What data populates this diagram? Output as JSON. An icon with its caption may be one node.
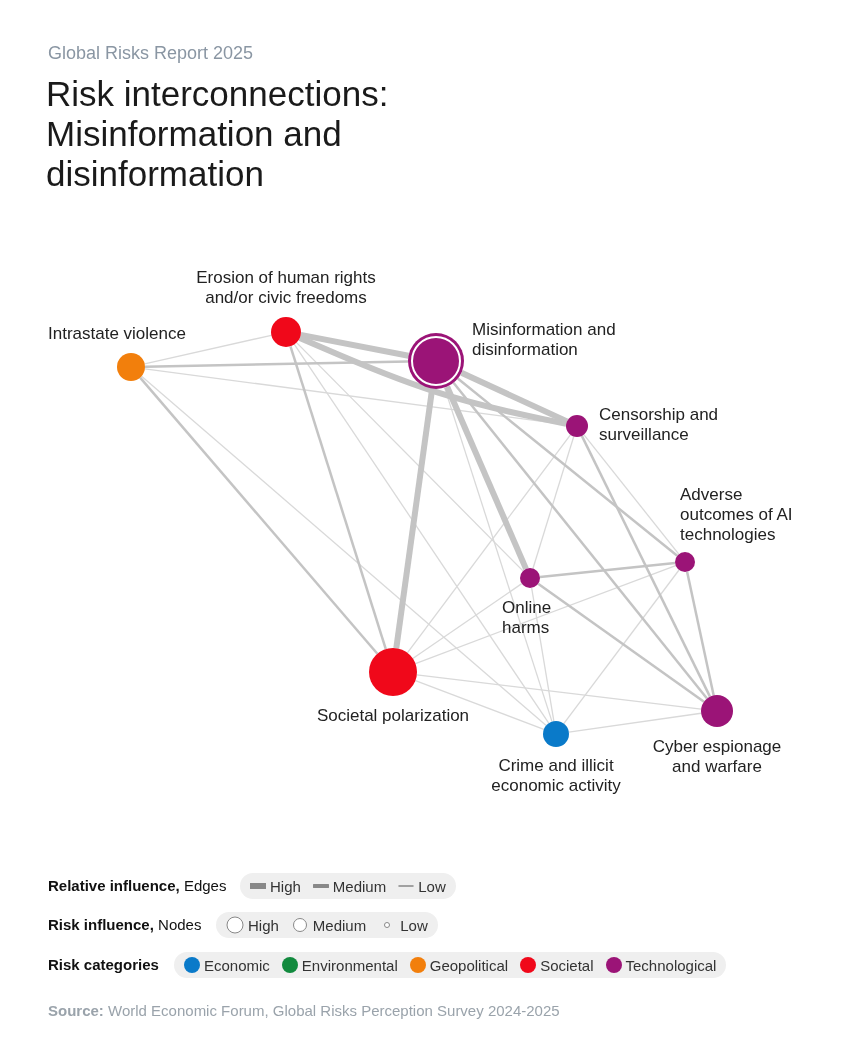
{
  "diagram": {
    "title": "Risk interconnections: Misinformation and disinformation",
    "nodes": [
      {
        "text": [
          "Misinformation and disinformation"
        ]
      },
      {
        "text": [
          "Erosion of human rights and/or civic freedoms"
        ]
      },
      {
        "text": [
          "Intrastate violence"
        ]
      },
      {
        "text": [
          "Censorship and surveillance"
        ]
      },
      {
        "text": [
          "Adverse outcomes of AI technologies"
        ]
      },
      {
        "text": [
          "Online harms"
        ]
      },
      {
        "text": [
          "Societal polarization"
        ]
      },
      {
        "text": [
          "Crime and illicit economic activity"
        ]
      },
      {
        "text": [
          "Cyber espionage and warfare"
        ]
      }
    ],
    "edges": [
      {
        "from": 2,
        "to": 1,
        "arrow": "none",
        "color": "#d9d9d9"
      },
      {
        "from": 2,
        "to": 0,
        "arrow": "none"
      },
      {
        "from": 2,
        "to": 3,
        "arrow": "none",
        "color": "#d9d9d9"
      },
      {
        "from": 2,
        "to": 6,
        "arrow": "none"
      },
      {
        "from": 2,
        "to": 7,
        "arrow": "none",
        "color": "#d9d9d9"
      },
      {
        "from": 1,
        "to": 0,
        "arrow": "none",
        "style": "thick"
      },
      {
        "from": 1,
        "to": 3,
        "arrow": "none",
        "style": "thick"
      },
      {
        "from": 1,
        "to": 6,
        "arrow": "none"
      },
      {
        "from": 1,
        "to": 5,
        "arrow": "none",
        "color": "#d9d9d9"
      },
      {
        "from": 1,
        "to": 7,
        "arrow": "none",
        "color": "#d9d9d9"
      },
      {
        "from": 0,
        "to": 6,
        "arrow": "none",
        "style": "thick"
      },
      {
        "from": 0,
        "to": 3,
        "arrow": "none",
        "style": "thick"
      },
      {
        "from": 0,
        "to": 5,
        "arrow": "none",
        "style": "thick"
      },
      {
        "from": 0,
        "to": 4,
        "arrow": "none"
      },
      {
        "from": 0,
        "to": 8,
        "arrow": "none"
      },
      {
        "from": 0,
        "to": 7,
        "arrow": "none",
        "color": "#d9d9d9"
      },
      {
        "from": 3,
        "to": 6,
        "arrow": "none",
        "color": "#d9d9d9"
      },
      {
        "from": 3,
        "to": 5,
        "arrow": "none",
        "color": "#d9d9d9"
      },
      {
        "from": 3,
        "to": 8,
        "arrow": "none"
      },
      {
        "from": 3,
        "to": 4,
        "arrow": "none",
        "color": "#d9d9d9"
      },
      {
        "from": 4,
        "to": 5,
        "arrow": "none"
      },
      {
        "from": 4,
        "to": 8,
        "arrow": "none"
      },
      {
        "from": 4,
        "to": 6,
        "arrow": "none",
        "color": "#d9d9d9"
      },
      {
        "from": 4,
        "to": 7,
        "arrow": "none",
        "color": "#d9d9d9"
      },
      {
        "from": 5,
        "to": 6,
        "arrow": "none",
        "color": "#d9d9d9"
      },
      {
        "from": 5,
        "to": 8,
        "arrow": "none"
      },
      {
        "from": 5,
        "to": 7,
        "arrow": "none",
        "color": "#d9d9d9"
      },
      {
        "from": 6,
        "to": 7,
        "arrow": "none",
        "color": "#d9d9d9"
      },
      {
        "from": 6,
        "to": 8,
        "arrow": "none",
        "color": "#d9d9d9"
      },
      {
        "from": 7,
        "to": 8,
        "arrow": "none",
        "color": "#d9d9d9"
      }
    ],
    "labels": [
      "Global Risks Report 2025",
      "**Relative influence,** Edges",
      "**Risk influence,** Nodes",
      "Risk categories",
      "**Source:** World Economic Forum, Global Risks Perception Survey 2024-2025"
    ],
    "legend": [
      {
        "text": "High"
      },
      {
        "text": "Medium"
      },
      {
        "text": "Low"
      },
      {
        "text": "High"
      },
      {
        "text": "Medium"
      },
      {
        "text": "Low"
      },
      {
        "text": "Economic",
        "color": "#0a7ac9"
      },
      {
        "text": "Environmental",
        "color": "#128a3e"
      },
      {
        "text": "Geopolitical",
        "color": "#f27f0c"
      },
      {
        "text": "Societal",
        "color": "#f0081a"
      },
      {
        "text": "Technological",
        "color": "#9b1477"
      }
    ]
  }
}
